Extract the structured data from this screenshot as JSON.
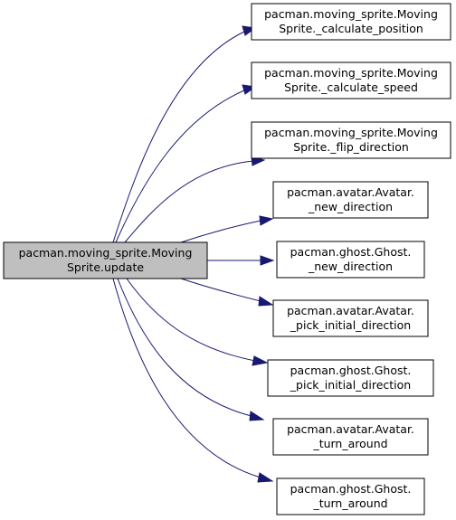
{
  "source": {
    "line1": "pacman.moving_sprite.Moving",
    "line2": "Sprite.update"
  },
  "targets": [
    {
      "line1": "pacman.moving_sprite.Moving",
      "line2": "Sprite._calculate_position"
    },
    {
      "line1": "pacman.moving_sprite.Moving",
      "line2": "Sprite._calculate_speed"
    },
    {
      "line1": "pacman.moving_sprite.Moving",
      "line2": "Sprite._flip_direction"
    },
    {
      "line1": "pacman.avatar.Avatar.",
      "line2": "_new_direction"
    },
    {
      "line1": "pacman.ghost.Ghost.",
      "line2": "_new_direction"
    },
    {
      "line1": "pacman.avatar.Avatar.",
      "line2": "_pick_initial_direction"
    },
    {
      "line1": "pacman.ghost.Ghost.",
      "line2": "_pick_initial_direction"
    },
    {
      "line1": "pacman.avatar.Avatar.",
      "line2": "_turn_around"
    },
    {
      "line1": "pacman.ghost.Ghost.",
      "line2": "_turn_around"
    }
  ],
  "colors": {
    "source_fill": "#bfbfbf",
    "target_fill": "#ffffff",
    "edge": "#191970"
  }
}
